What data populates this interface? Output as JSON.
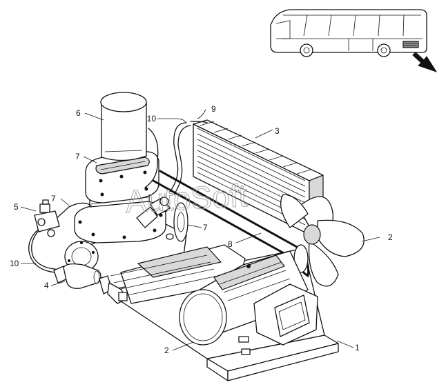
{
  "watermark": "AutoSoft",
  "callouts": {
    "c1": "1",
    "c2a": "2",
    "c2b": "2",
    "c3": "3",
    "c4": "4",
    "c5": "5",
    "c6": "6",
    "c7a": "7",
    "c7b": "7",
    "c7c": "7",
    "c8": "8",
    "c9": "9",
    "c10a": "10",
    "c10b": "10"
  },
  "icons": {
    "bus": "bus-location-icon",
    "pointer": "arrow-pointer-icon"
  }
}
